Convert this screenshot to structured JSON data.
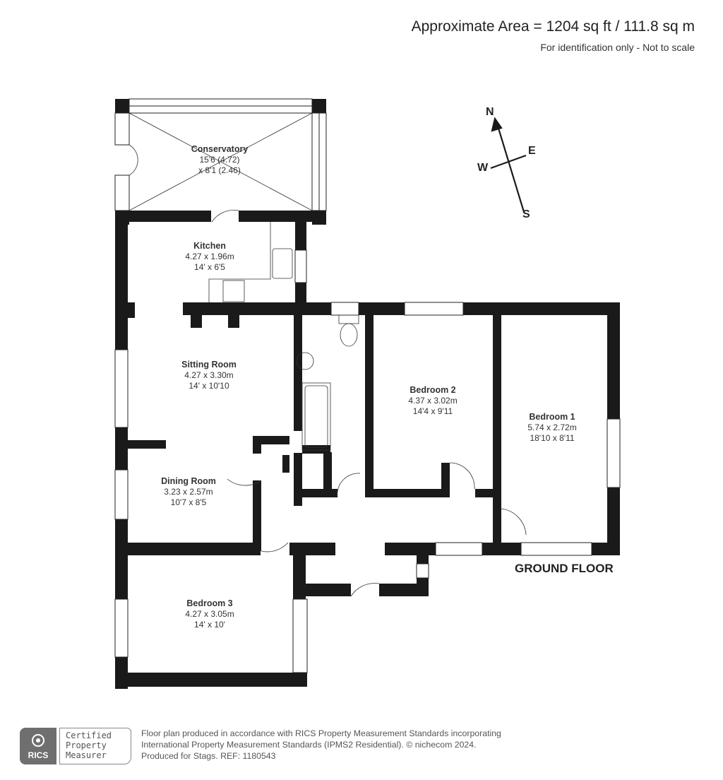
{
  "header": {
    "area": "Approximate Area = 1204 sq ft / 111.8 sq m",
    "disclaimer": "For identification only - Not to scale"
  },
  "floor_label": "GROUND FLOOR",
  "compass": {
    "n": "N",
    "e": "E",
    "s": "S",
    "w": "W"
  },
  "rooms": [
    {
      "name": "Conservatory",
      "dim1": "15'6 (4.72)",
      "dim2": "x 8'1 (2.46)"
    },
    {
      "name": "Kitchen",
      "dim1": "4.27 x 1.96m",
      "dim2": "14' x 6'5"
    },
    {
      "name": "Sitting Room",
      "dim1": "4.27 x 3.30m",
      "dim2": "14' x 10'10"
    },
    {
      "name": "Dining Room",
      "dim1": "3.23 x 2.57m",
      "dim2": "10'7 x 8'5"
    },
    {
      "name": "Bedroom 2",
      "dim1": "4.37 x 3.02m",
      "dim2": "14'4 x 9'11"
    },
    {
      "name": "Bedroom 1",
      "dim1": "5.74 x 2.72m",
      "dim2": "18'10 x 8'11"
    },
    {
      "name": "Bedroom 3",
      "dim1": "4.27 x 3.05m",
      "dim2": "14' x 10'"
    }
  ],
  "footer": {
    "badge": "RICS",
    "cert_lines": [
      "Certified",
      "Property",
      "Measurer"
    ],
    "text_lines": [
      "Floor plan produced in accordance with RICS Property Measurement Standards incorporating",
      "International Property Measurement Standards (IPMS2 Residential).  © nichecom 2024.",
      "Produced for Stags.   REF: 1180543"
    ]
  }
}
